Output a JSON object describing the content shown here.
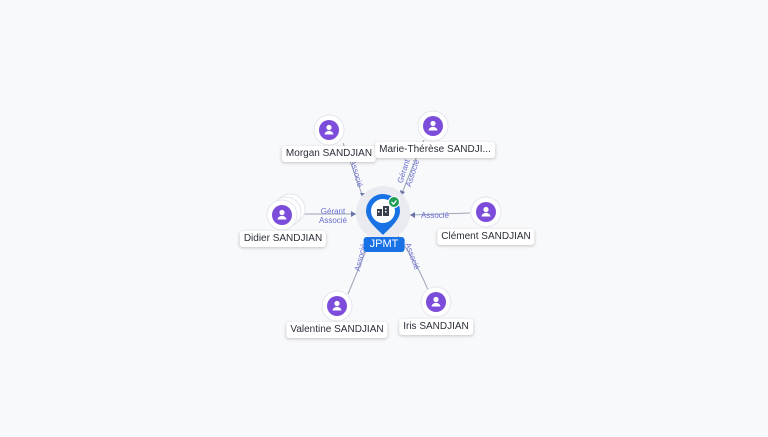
{
  "company": {
    "name": "JPMT",
    "icon": "company-icon",
    "badge": "verified-check-icon"
  },
  "persons": [
    {
      "name": "Morgan SANDJIAN",
      "roles": [
        "Associé"
      ],
      "icon": "person-icon"
    },
    {
      "name": "Marie-Thérèse SANDJI...",
      "roles": [
        "Gérant",
        "Associé"
      ],
      "icon": "person-icon"
    },
    {
      "name": "Didier SANDJIAN",
      "roles": [
        "Gérant",
        "Associé"
      ],
      "icon": "person-icon"
    },
    {
      "name": "Clément SANDJIAN",
      "roles": [
        "Associé"
      ],
      "icon": "person-icon"
    },
    {
      "name": "Valentine SANDJIAN",
      "roles": [
        "Associé"
      ],
      "icon": "person-icon"
    },
    {
      "name": "Iris SANDJIAN",
      "roles": [
        "Associé"
      ],
      "icon": "person-icon"
    }
  ],
  "colors": {
    "accent": "#1872e6",
    "person": "#7c4ddb",
    "edge_label": "#6a6fd0",
    "badge": "#1e9e55"
  }
}
